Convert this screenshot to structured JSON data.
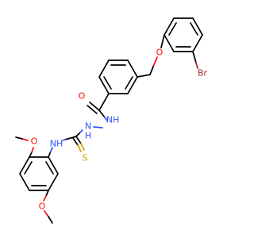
{
  "colors": {
    "carbon": "#000000",
    "oxygen": "#ff0d0d",
    "nitrogen": "#3050f8",
    "sulfur": "#c6a000",
    "bromine": "#a62929",
    "background": "#ffffff"
  },
  "atoms": {
    "ether_oxygen": "O",
    "bromine": "Br",
    "carbonyl_oxygen": "O",
    "hydrazide_nh_1": "NH",
    "hydrazide_nh_2": "N",
    "hydrazide_h_2": "H",
    "thioamide_nh": "NH",
    "thione_sulfur": "S",
    "methoxy_oxygen_ortho": "O",
    "methoxy_oxygen_para": "O"
  }
}
